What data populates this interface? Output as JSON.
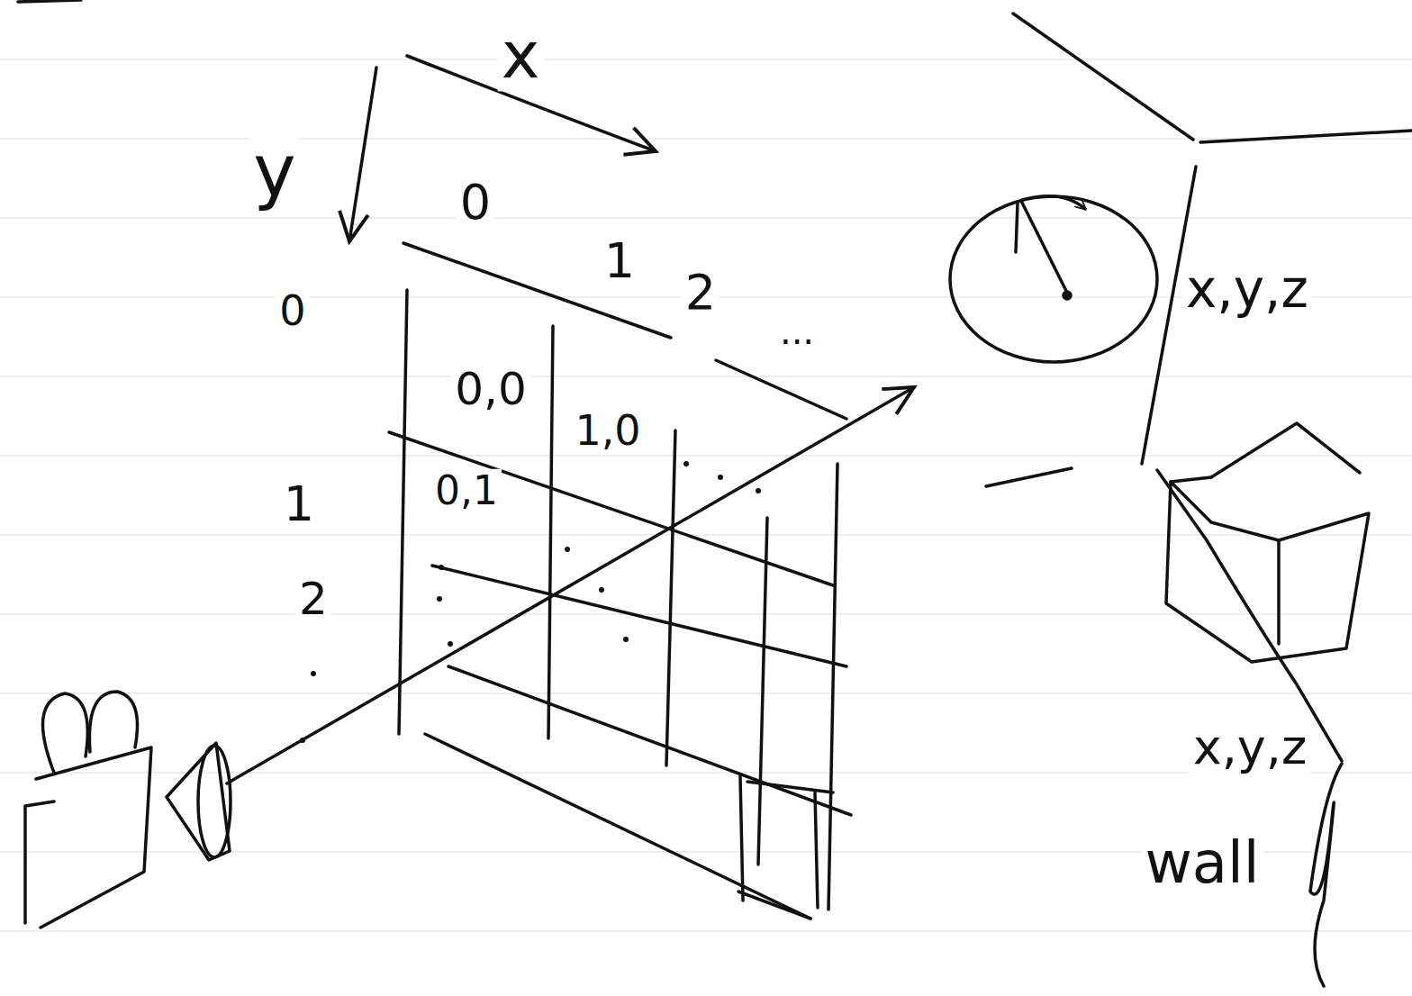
{
  "diagram": {
    "labels": [
      "x",
      "y",
      "0",
      "1",
      "2",
      "...",
      "0",
      "1",
      "2",
      "0,0",
      "1,0",
      "0,1",
      "x,y,z",
      "x,y,z",
      "wall"
    ]
  }
}
